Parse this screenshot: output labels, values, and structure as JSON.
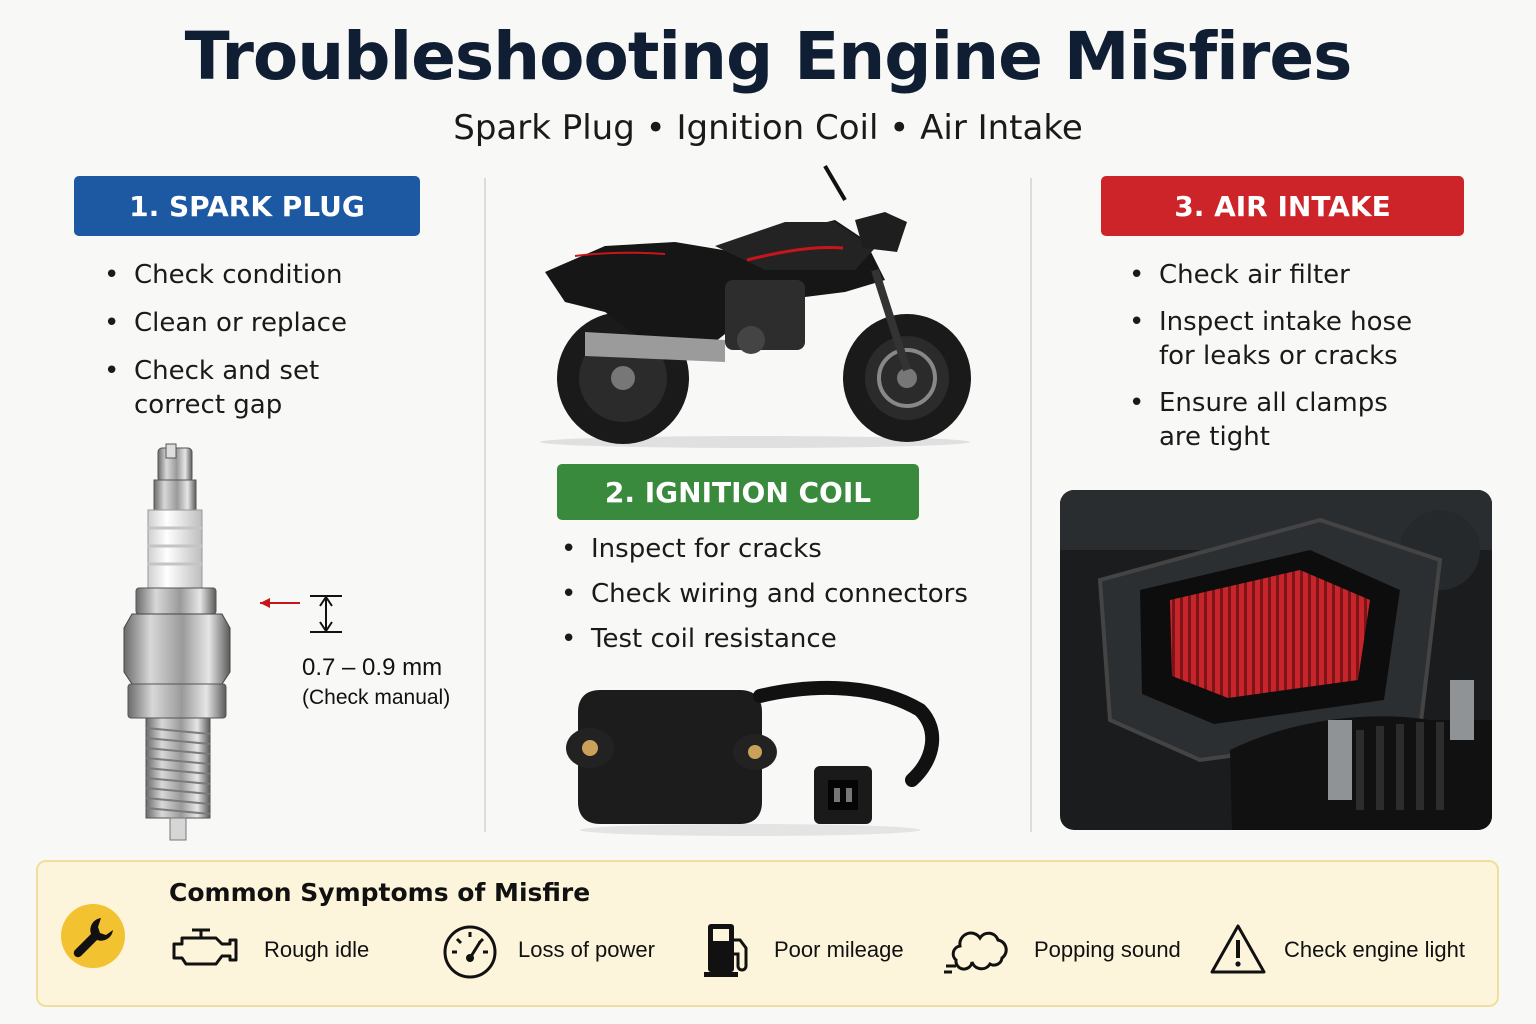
{
  "header": {
    "title": "Troubleshooting Engine Misfires",
    "subtitle": "Spark Plug  •  Ignition Coil  •  Air Intake"
  },
  "sections": {
    "spark_plug": {
      "label": "1. SPARK PLUG",
      "color": "#1d58a3",
      "items": [
        "Check condition",
        "Clean or replace",
        "Check and set correct gap"
      ],
      "gap_value": "0.7 – 0.9 mm",
      "gap_note": "(Check manual)"
    },
    "ignition_coil": {
      "label": "2. IGNITION COIL",
      "color": "#3a8a3e",
      "items": [
        "Inspect for cracks",
        "Check wiring and connectors",
        "Test coil resistance"
      ]
    },
    "air_intake": {
      "label": "3. AIR INTAKE",
      "color": "#cc2428",
      "items": [
        "Check air filter",
        "Inspect intake hose for leaks or cracks",
        "Ensure all clamps are tight"
      ]
    }
  },
  "symptoms": {
    "title": "Common Symptoms of Misfire",
    "icon": "wrench-icon",
    "accent": "#f2c230",
    "items": [
      {
        "label": "Rough idle",
        "icon": "engine-icon"
      },
      {
        "label": "Loss of power",
        "icon": "gauge-icon"
      },
      {
        "label": "Poor mileage",
        "icon": "fuel-pump-icon"
      },
      {
        "label": "Popping sound",
        "icon": "smoke-icon"
      },
      {
        "label": "Check engine light",
        "icon": "warning-icon"
      }
    ]
  }
}
